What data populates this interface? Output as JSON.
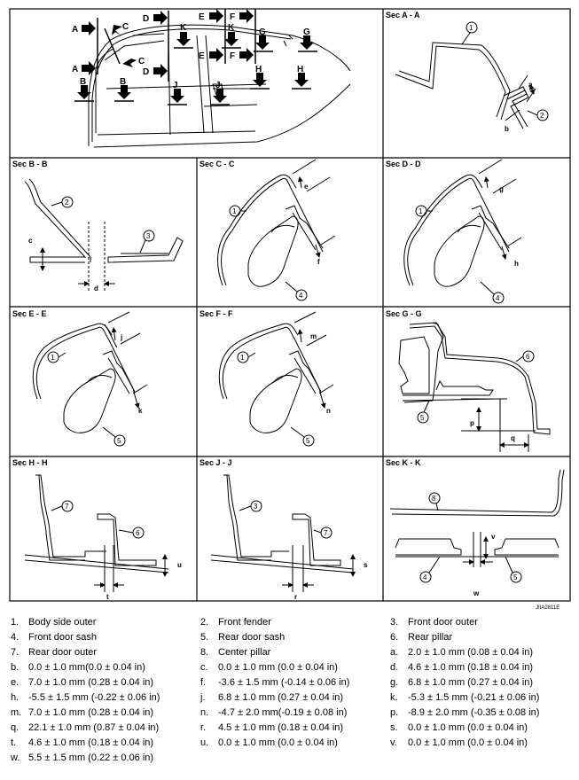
{
  "sections": [
    "Sec A - A",
    "Sec B - B",
    "Sec C - C",
    "Sec D - D",
    "Sec E - E",
    "Sec F - F",
    "Sec G - G",
    "Sec H - H",
    "Sec J - J",
    "Sec K - K"
  ],
  "overview_labels": [
    "A",
    "C",
    "D",
    "E",
    "F",
    "K",
    "G",
    "B",
    "J",
    "H"
  ],
  "callouts": [
    "1",
    "2",
    "3",
    "4",
    "5",
    "6",
    "7",
    "8"
  ],
  "dims": [
    "a",
    "b",
    "c",
    "d",
    "e",
    "f",
    "g",
    "h",
    "j",
    "k",
    "m",
    "n",
    "p",
    "q",
    "r",
    "s",
    "t",
    "u",
    "v",
    "w"
  ],
  "ref_code": "JIIA2811E",
  "legend": [
    {
      "k": "1.",
      "v": "Body side outer"
    },
    {
      "k": "2.",
      "v": "Front fender"
    },
    {
      "k": "3.",
      "v": "Front door outer"
    },
    {
      "k": "4.",
      "v": "Front door sash"
    },
    {
      "k": "5.",
      "v": "Rear door sash"
    },
    {
      "k": "6.",
      "v": "Rear pillar"
    },
    {
      "k": "7.",
      "v": "Rear door outer"
    },
    {
      "k": "8.",
      "v": "Center pillar"
    },
    {
      "k": "a.",
      "v": "2.0 ± 1.0 mm (0.08 ± 0.04 in)"
    },
    {
      "k": "b.",
      "v": "0.0 ± 1.0 mm(0.0 ± 0.04 in)"
    },
    {
      "k": "c.",
      "v": "0.0 ± 1.0 mm (0.0 ± 0.04  in)"
    },
    {
      "k": "d.",
      "v": "4.6 ± 1.0 mm (0.18 ± 0.04 in)"
    },
    {
      "k": "e.",
      "v": "7.0 ± 1.0 mm (0.28 ± 0.04 in)"
    },
    {
      "k": "f.",
      "v": "-3.6 ± 1.5 mm (-0.14 ± 0.06 in)"
    },
    {
      "k": "g.",
      "v": "6.8 ± 1.0 mm (0.27 ± 0.04 in)"
    },
    {
      "k": "h.",
      "v": "-5.5 ± 1.5 mm (-0.22 ± 0.06 in)"
    },
    {
      "k": "j.",
      "v": "6.8 ± 1.0 mm (0.27 ± 0.04 in)"
    },
    {
      "k": "k.",
      "v": "-5.3 ± 1.5 mm (-0.21 ± 0.06 in)"
    },
    {
      "k": "m.",
      "v": "7.0 ± 1.0 mm (0.28 ± 0.04 in)"
    },
    {
      "k": "n.",
      "v": "-4.7 ± 2.0 mm(-0.19 ± 0.08 in)"
    },
    {
      "k": "p.",
      "v": "-8.9 ± 2.0 mm (-0.35 ± 0.08 in)"
    },
    {
      "k": "q.",
      "v": "22.1 ± 1.0 mm (0.87 ± 0.04 in)"
    },
    {
      "k": "r.",
      "v": "4.5 ± 1.0 mm (0.18 ± 0.04 in)"
    },
    {
      "k": "s.",
      "v": "0.0 ± 1.0 mm (0.0 ± 0.04 in)"
    },
    {
      "k": "t.",
      "v": "4.6 ± 1.0 mm (0.18 ± 0.04 in)"
    },
    {
      "k": "u.",
      "v": "0.0 ± 1.0 mm (0.0 ± 0.04 in)"
    },
    {
      "k": "v.",
      "v": "0.0 ± 1.0 mm (0.0 ± 0.04 in)"
    },
    {
      "k": "w.",
      "v": "5.5 ± 1.5 mm (0.22 ± 0.06 in)"
    }
  ]
}
